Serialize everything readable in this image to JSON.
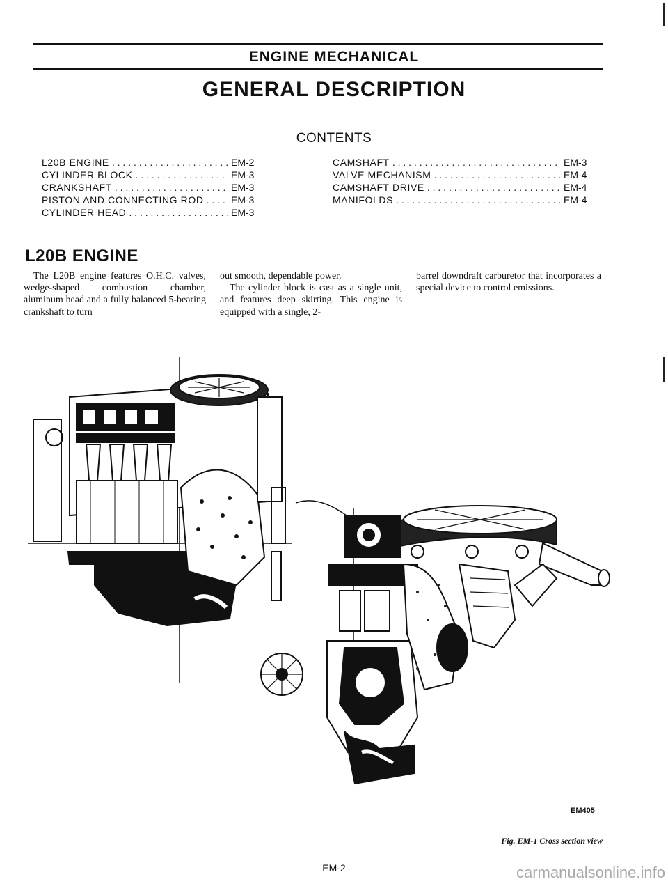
{
  "header": {
    "section_title": "ENGINE MECHANICAL",
    "page_title": "GENERAL DESCRIPTION",
    "contents_title": "CONTENTS"
  },
  "toc": {
    "left": [
      {
        "label": "L20B ENGINE",
        "page": "EM-2"
      },
      {
        "label": "CYLINDER BLOCK",
        "page": "EM-3"
      },
      {
        "label": "CRANKSHAFT",
        "page": "EM-3"
      },
      {
        "label": "PISTON AND CONNECTING ROD",
        "page": "EM-3"
      },
      {
        "label": "CYLINDER HEAD",
        "page": "EM-3"
      }
    ],
    "right": [
      {
        "label": "CAMSHAFT",
        "page": "EM-3"
      },
      {
        "label": "VALVE MECHANISM",
        "page": "EM-4"
      },
      {
        "label": "CAMSHAFT DRIVE",
        "page": "EM-4"
      },
      {
        "label": "MANIFOLDS",
        "page": "EM-4"
      }
    ]
  },
  "section": {
    "heading": "L20B ENGINE",
    "col1_p1": "The L20B engine features O.H.C. valves, wedge-shaped combustion chamber, aluminum head and a fully balanced 5-bearing crankshaft to turn",
    "col2_p1": "out smooth, dependable power.",
    "col2_p2": "The cylinder block is cast as a single unit, and features deep skirting. This engine is equipped with a single, 2-",
    "col3_p1": "barrel downdraft carburetor that incorporates a special device to control emissions."
  },
  "figure": {
    "code": "EM405",
    "caption": "Fig. EM-1 Cross section view"
  },
  "footer": {
    "page_number": "EM-2",
    "watermark": "carmanualsonline.info"
  }
}
